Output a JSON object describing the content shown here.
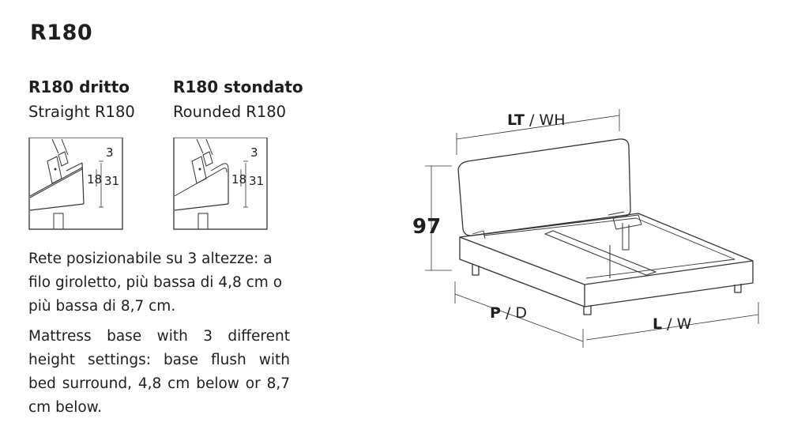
{
  "title": "R180",
  "variants": [
    {
      "name": "R180 dritto",
      "subtitle": "Straight R180",
      "type": "straight"
    },
    {
      "name": "R180 stondato",
      "subtitle": "Rounded R180",
      "type": "rounded"
    }
  ],
  "detail_dims": {
    "top": "3",
    "inner": "18",
    "outer": "31"
  },
  "description_it": "Rete posizionabile su 3 altezze: a filo giroletto, più bassa di 4,8 cm o più bassa di 8,7 cm.",
  "description_en": "Mattress base with 3 different height settings: base flush with bed surround, 4,8 cm below or 8,7 cm below.",
  "bed": {
    "height_value": "97",
    "headboard_width": {
      "code": "LT",
      "sep": " / ",
      "label": "WH"
    },
    "depth": {
      "code": "P",
      "sep": " / ",
      "label": "D"
    },
    "width": {
      "code": "L",
      "sep": " / ",
      "label": "W"
    }
  },
  "colors": {
    "line": "#333333",
    "text": "#1e1e1e",
    "background": "#ffffff"
  }
}
